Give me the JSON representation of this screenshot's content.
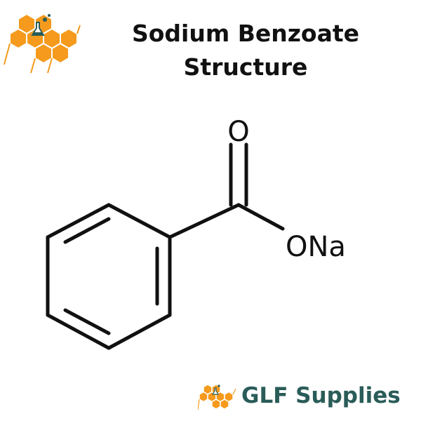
{
  "title": {
    "line1": "Sodium Benzoate",
    "line2": "Structure"
  },
  "structure": {
    "oxygen_label": "O",
    "salt_label": "ONa"
  },
  "footer": {
    "brand_name": "GLF Supplies"
  },
  "colors": {
    "logo_orange": "#f59a1c",
    "logo_teal": "#2a5c58",
    "brand_teal": "#2a5c58",
    "text": "#111111"
  },
  "icons": {
    "top_logo": "honeycomb-flask-logo",
    "footer_logo": "honeycomb-flask-logo"
  }
}
